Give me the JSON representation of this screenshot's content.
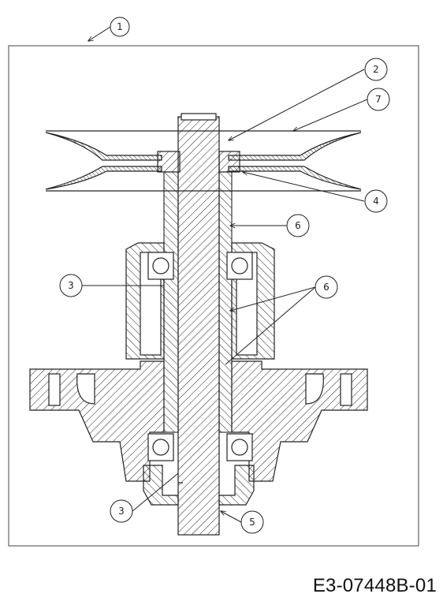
{
  "diagram": {
    "code": "E3-07448B-01",
    "callouts": [
      {
        "id": "c1",
        "label": "1"
      },
      {
        "id": "c2",
        "label": "2"
      },
      {
        "id": "c7",
        "label": "7"
      },
      {
        "id": "c4",
        "label": "4"
      },
      {
        "id": "c6a",
        "label": "6"
      },
      {
        "id": "c3a",
        "label": "3"
      },
      {
        "id": "c6b",
        "label": "6"
      },
      {
        "id": "c3b",
        "label": "3"
      },
      {
        "id": "c5",
        "label": "5"
      }
    ]
  }
}
